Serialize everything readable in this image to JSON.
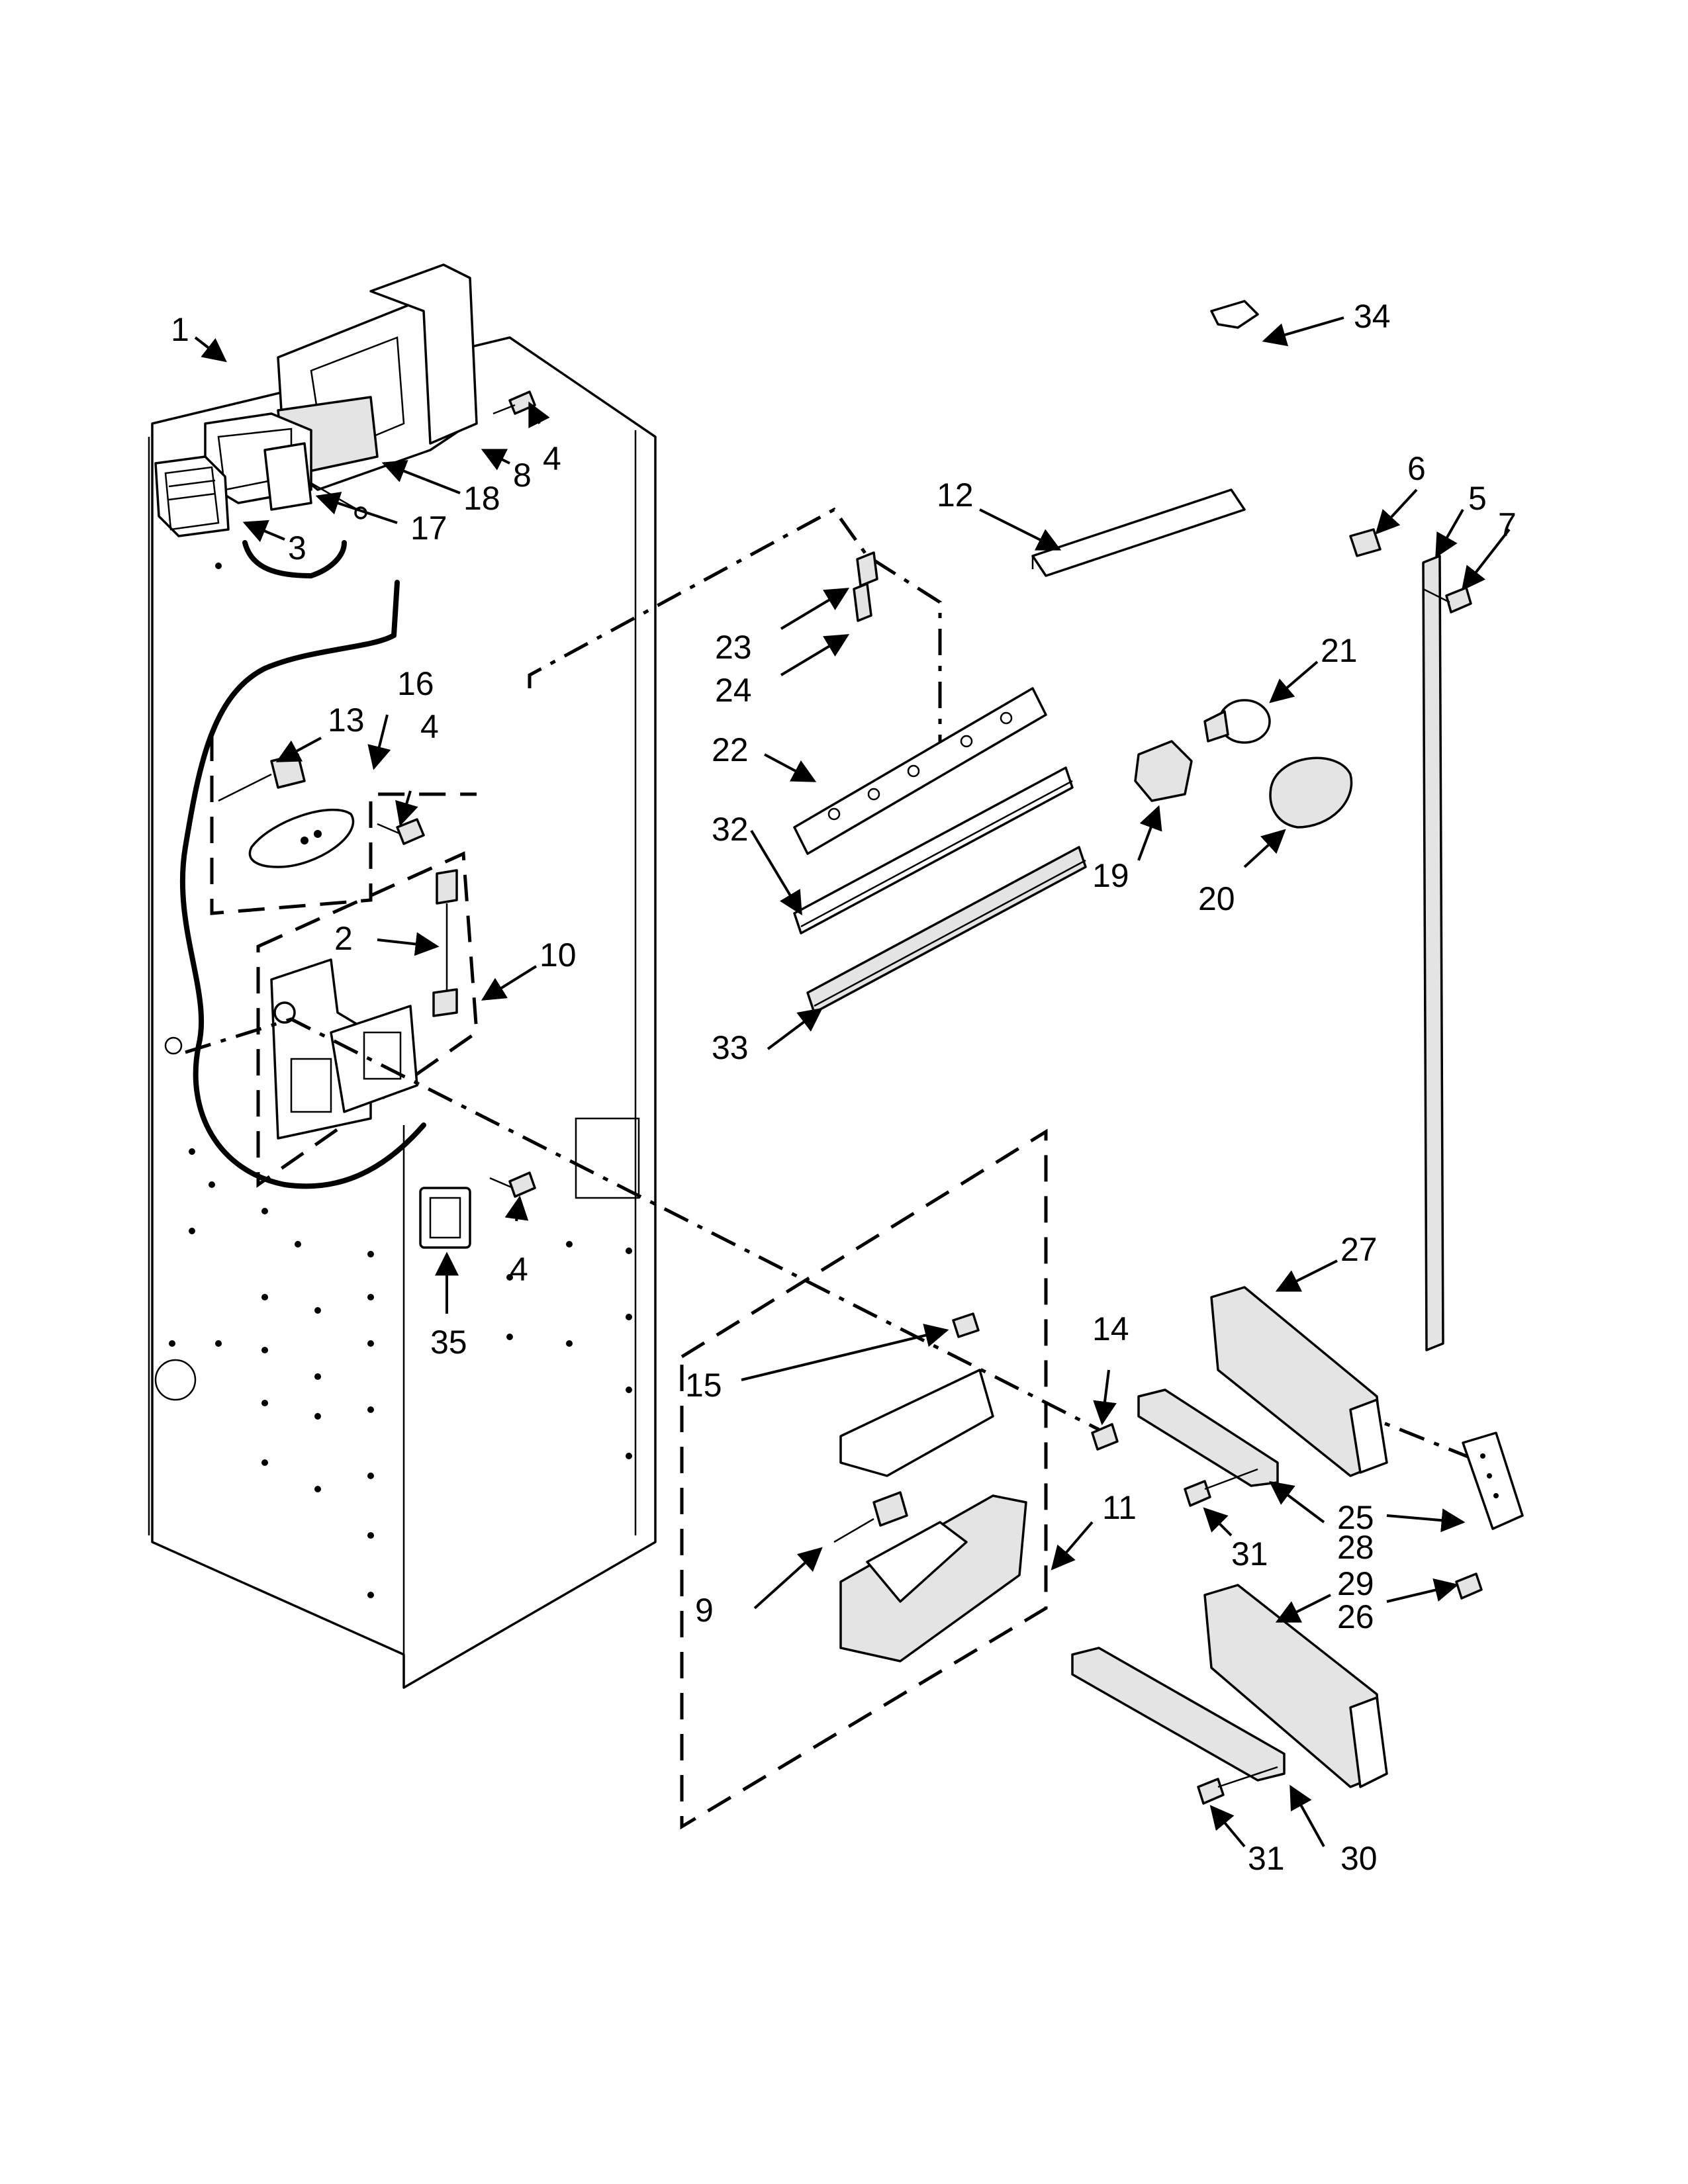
{
  "diagram": {
    "callouts": [
      {
        "label": "1"
      },
      {
        "label": "2"
      },
      {
        "label": "3"
      },
      {
        "label": "4"
      },
      {
        "label": "4"
      },
      {
        "label": "4"
      },
      {
        "label": "5"
      },
      {
        "label": "6"
      },
      {
        "label": "7"
      },
      {
        "label": "8"
      },
      {
        "label": "9"
      },
      {
        "label": "10"
      },
      {
        "label": "11"
      },
      {
        "label": "12"
      },
      {
        "label": "13"
      },
      {
        "label": "14"
      },
      {
        "label": "15"
      },
      {
        "label": "16"
      },
      {
        "label": "17"
      },
      {
        "label": "18"
      },
      {
        "label": "19"
      },
      {
        "label": "20"
      },
      {
        "label": "21"
      },
      {
        "label": "22"
      },
      {
        "label": "23"
      },
      {
        "label": "24"
      },
      {
        "label": "25"
      },
      {
        "label": "26"
      },
      {
        "label": "27"
      },
      {
        "label": "28"
      },
      {
        "label": "29"
      },
      {
        "label": "30"
      },
      {
        "label": "31"
      },
      {
        "label": "31"
      },
      {
        "label": "32"
      },
      {
        "label": "33"
      },
      {
        "label": "34"
      },
      {
        "label": "35"
      }
    ]
  }
}
